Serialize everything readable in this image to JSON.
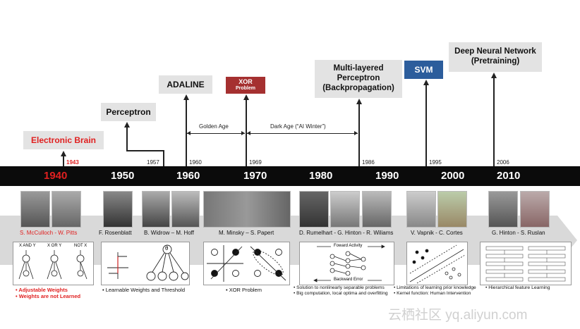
{
  "milestones": {
    "electronic_brain": {
      "label": "Electronic Brain",
      "year": "1943"
    },
    "perceptron": {
      "label": "Perceptron",
      "year": "1957"
    },
    "adaline": {
      "label": "ADALINE",
      "year": "1960"
    },
    "xor": {
      "label_line1": "XOR",
      "label_line2": "Problem",
      "year": "1969"
    },
    "mlp": {
      "label_line1": "Multi-layered",
      "label_line2": "Perceptron",
      "label_line3": "(Backpropagation)",
      "year": "1986"
    },
    "svm": {
      "label": "SVM",
      "year": "1995"
    },
    "dnn": {
      "label_line1": "Deep Neural Network",
      "label_line2": "(Pretraining)",
      "year": "2006"
    }
  },
  "eras": {
    "golden_age": "Golden Age",
    "dark_age": "Dark Age (“AI Winter”)"
  },
  "decades": [
    "1940",
    "1950",
    "1960",
    "1970",
    "1980",
    "1990",
    "2000",
    "2010"
  ],
  "people": {
    "p1": "S. McCulloch - W. Pitts",
    "p2": "F. Rosenblatt",
    "p3": "B. Widrow – M. Hoff",
    "p4": "M. Minsky – S. Papert",
    "p5": "D. Rumelhart - G. Hinton - R. Wiliams",
    "p6": "V. Vapnik - C. Cortes",
    "p7": "G. Hinton - S. Ruslan"
  },
  "diagram_text": {
    "and": "X AND Y",
    "or": "X OR Y",
    "not": "NOT X",
    "theta": "θ",
    "forward": "Foward Activity",
    "backward": "Backward Error"
  },
  "captions": {
    "c1_line1": "• Adjustable Weights",
    "c1_line2": "• Weights are not Learned",
    "c2": "• Learnable Weights  and Threshold",
    "c3": "• XOR Problem",
    "c4_line1": "• Solution to nonlinearly separable problems",
    "c4_line2": "• Big computation, local optima and overfitting",
    "c5_line1": "• Limitations of learning prior knowledge",
    "c5_line2": "• Kernel function: Human Intervention",
    "c6": "• Hierarchical feature Learning"
  },
  "watermark": "云栖社区 yq.aliyun.com",
  "colors": {
    "red": "#e02020",
    "svm_blue": "#2c5d9c",
    "xor_red": "#a53030",
    "timeline": "#0b0b0b"
  }
}
